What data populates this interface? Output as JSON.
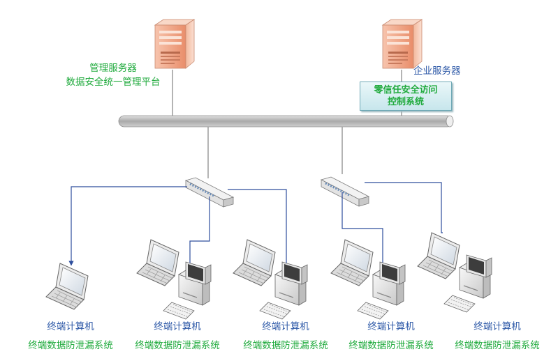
{
  "mgmt_server": {
    "label_line1": "管理服务器",
    "label_line2": "数据安全统一管理平台"
  },
  "enterprise_server": {
    "label": "企业服务器",
    "ztna_line1": "零信任安全访问",
    "ztna_line2": "控制系统"
  },
  "terminals": [
    {
      "label": "终端计算机",
      "system": "终端数据防泄漏系统",
      "device": "laptop"
    },
    {
      "label": "终端计算机",
      "system": "终端数据防泄漏系统",
      "device": "laptop-desktop"
    },
    {
      "label": "终端计算机",
      "system": "终端数据防泄漏系统",
      "device": "laptop-desktop"
    },
    {
      "label": "终端计算机",
      "system": "终端数据防泄漏系统",
      "device": "laptop-desktop"
    },
    {
      "label": "终端计算机",
      "system": "终端数据防泄漏系统",
      "device": "laptop-desktop"
    }
  ],
  "colors": {
    "green_text": "#1faa3c",
    "blue_text": "#2f5aa8",
    "link_line": "#2d4d9c",
    "backbone": "#b8b8b8",
    "server_body": "#f3a98a"
  }
}
